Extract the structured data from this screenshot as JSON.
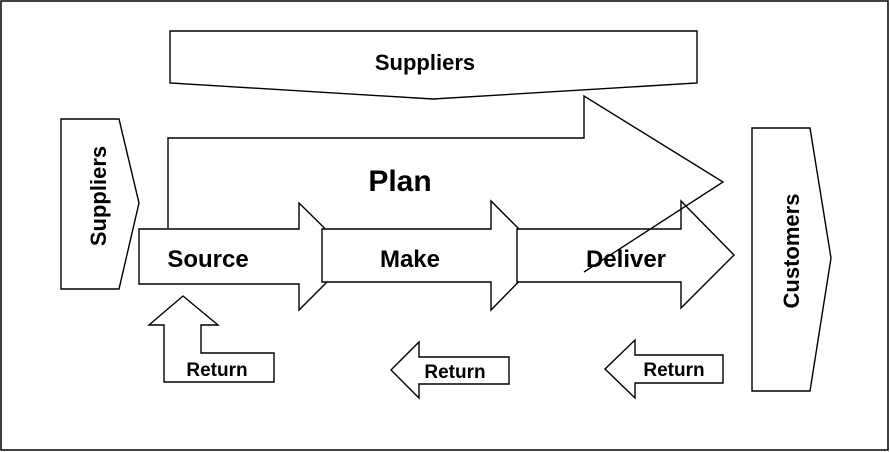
{
  "diagram": {
    "suppliers_top": "Suppliers",
    "suppliers_left": "Suppliers",
    "customers": "Customers",
    "plan": "Plan",
    "source": "Source",
    "make": "Make",
    "deliver": "Deliver",
    "return_source": "Return",
    "return_make": "Return",
    "return_deliver": "Return"
  }
}
